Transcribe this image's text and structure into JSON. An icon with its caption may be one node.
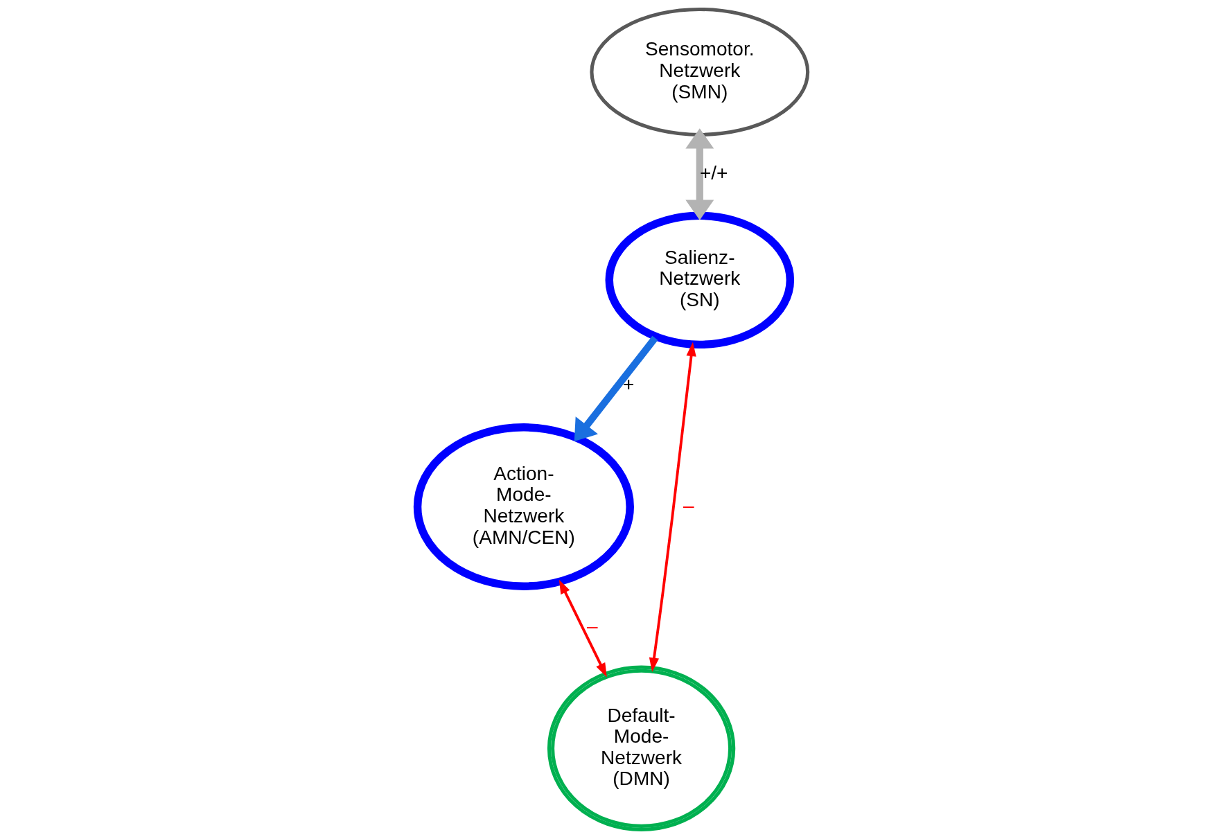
{
  "diagram": {
    "nodes": [
      {
        "text": [
          "Sensomotor. Netzwerk (SMN)"
        ]
      },
      {
        "text": [
          "Salienz- Netzwerk (SN)"
        ]
      },
      {
        "text": [
          "Action- Mode- Netzwerk (AMN/CEN)"
        ]
      },
      {
        "text": [
          "Default- Mode- Netzwerk (DMN)"
        ]
      }
    ],
    "edges": [
      {
        "from": 0,
        "to": 1,
        "arrow": "both",
        "label": "+/+",
        "style": "thick",
        "color": "#b3b3b3"
      },
      {
        "from": 1,
        "to": 2,
        "arrow": "to",
        "label": "+",
        "style": "thick",
        "color": "#1a6fdf"
      },
      {
        "from": 1,
        "to": 3,
        "arrow": "both",
        "label": "–",
        "color": "#ff0000"
      },
      {
        "from": 2,
        "to": 3,
        "arrow": "both",
        "label": "–",
        "color": "#ff0000"
      }
    ]
  }
}
